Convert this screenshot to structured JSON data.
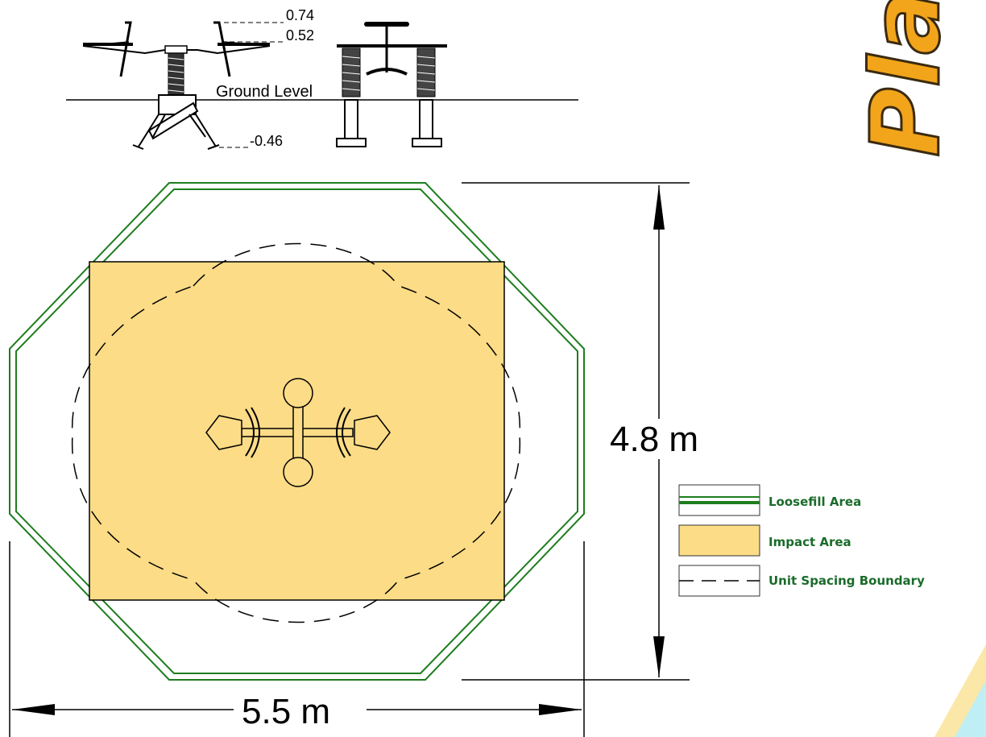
{
  "elevation": {
    "height_top": "0.74",
    "height_seat": "0.52",
    "ground_label": "Ground Level",
    "depth": "-0.46"
  },
  "dimensions": {
    "width": "5.5 m",
    "depth": "4.8 m"
  },
  "legend": {
    "loosefill": "Loosefill Area",
    "impact": "Impact Area",
    "spacing": "Unit Spacing Boundary"
  },
  "logo": {
    "text": "Play"
  },
  "colors": {
    "loosefill": "#1e7d1e",
    "impact": "#fcdc86",
    "legend_text": "#1a6b2a",
    "logo": "#f2a51a"
  }
}
